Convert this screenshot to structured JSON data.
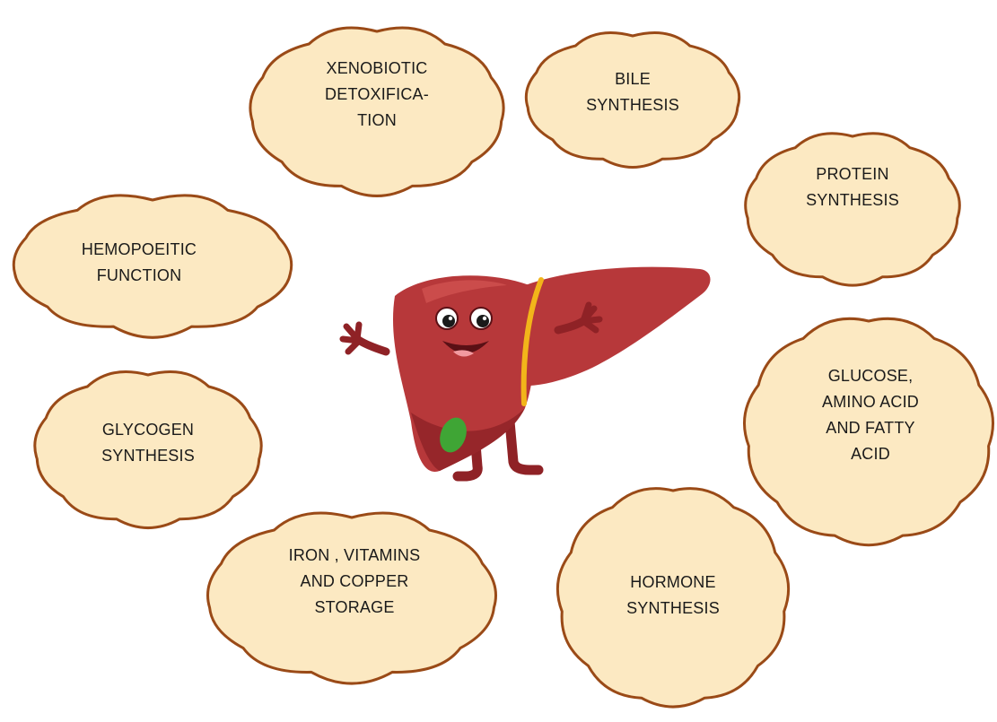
{
  "colors": {
    "cloud_fill": "#fce9c2",
    "cloud_stroke": "#9a4a17",
    "liver_main": "#b7383a",
    "liver_shadow": "#8d2227",
    "liver_highlight": "#cf5150",
    "gallbladder": "#3fa535",
    "band": "#f2b51a",
    "limb": "#8f2226"
  },
  "liver_character": {
    "icon": "liver-mascot-icon",
    "features": [
      "eyes",
      "smile",
      "tongue",
      "arms",
      "legs",
      "gallbladder",
      "yellow-band"
    ]
  },
  "clouds": [
    {
      "id": "xenobiotic",
      "lines": [
        "XENOBIOTIC",
        "DETOXIFICA-",
        "TION"
      ]
    },
    {
      "id": "bile",
      "lines": [
        "BILE",
        "SYNTHESIS"
      ]
    },
    {
      "id": "protein",
      "lines": [
        "PROTEIN",
        "SYNTHESIS"
      ]
    },
    {
      "id": "hemopoeitic",
      "lines": [
        "HEMOPOEITIC",
        "FUNCTION"
      ]
    },
    {
      "id": "glycogen",
      "lines": [
        "GLYCOGEN",
        "SYNTHESIS"
      ]
    },
    {
      "id": "glucose",
      "lines": [
        "GLUCOSE,",
        "AMINO ACID",
        "AND FATTY",
        "ACID"
      ]
    },
    {
      "id": "iron",
      "lines": [
        "IRON , VITAMINS",
        "AND COPPER",
        "STORAGE"
      ]
    },
    {
      "id": "hormone",
      "lines": [
        "HORMONE",
        "SYNTHESIS"
      ]
    }
  ]
}
